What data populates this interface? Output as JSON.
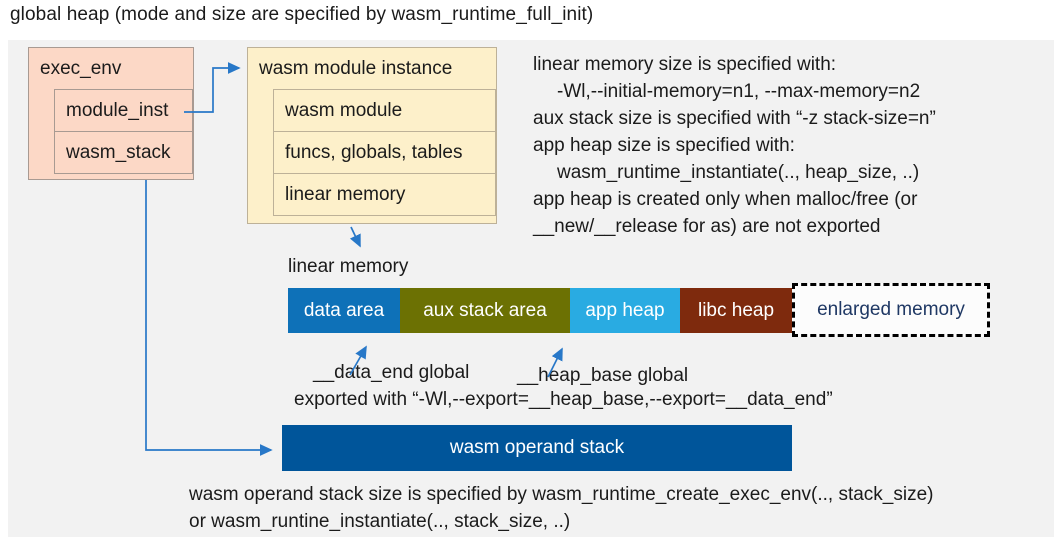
{
  "title": "global heap (mode and size are specified by wasm_runtime_full_init)",
  "exec_env": {
    "title": "exec_env",
    "rows": [
      "module_inst",
      "wasm_stack"
    ]
  },
  "module_instance": {
    "title": "wasm module instance",
    "rows": [
      "wasm module",
      "funcs, globals, tables",
      "linear memory"
    ]
  },
  "notes_right": [
    "linear memory size is specified with:",
    "-Wl,--initial-memory=n1, --max-memory=n2",
    "aux stack size is specified with “-z stack-size=n”",
    "app heap size is specified with:",
    "wasm_runtime_instantiate(.., heap_size, ..)",
    "app heap is created only when malloc/free (or",
    "__new/__release for as) are not exported"
  ],
  "linear_memory": {
    "label": "linear memory",
    "segments": [
      {
        "label": "data area",
        "color": "#0e71b8"
      },
      {
        "label": "aux stack area",
        "color": "#6c7103"
      },
      {
        "label": "app heap",
        "color": "#29abe2"
      },
      {
        "label": "libc heap",
        "color": "#7e2a0d"
      },
      {
        "label": "enlarged memory",
        "color": "#fcfcfc"
      }
    ]
  },
  "annotations": {
    "data_end": "__data_end global",
    "heap_base": "__heap_base global",
    "exported": "exported with “-Wl,--export=__heap_base,--export=__data_end”"
  },
  "operand_stack": {
    "label": "wasm operand stack"
  },
  "notes_bottom": [
    "wasm operand stack size is specified by wasm_runtime_create_exec_env(.., stack_size)",
    "or wasm_runtine_instantiate(.., stack_size, ..)"
  ],
  "colors": {
    "background": "#f2f2f2",
    "box_pink": "#fcd8c6",
    "box_cream": "#fdf0ca",
    "data_area": "#0e71b8",
    "aux_stack": "#6c7103",
    "app_heap": "#29abe2",
    "libc_heap": "#7e2a0d",
    "operand_stack": "#00559a",
    "arrow": "#2878c8",
    "enlarged_text": "#1f3864"
  }
}
